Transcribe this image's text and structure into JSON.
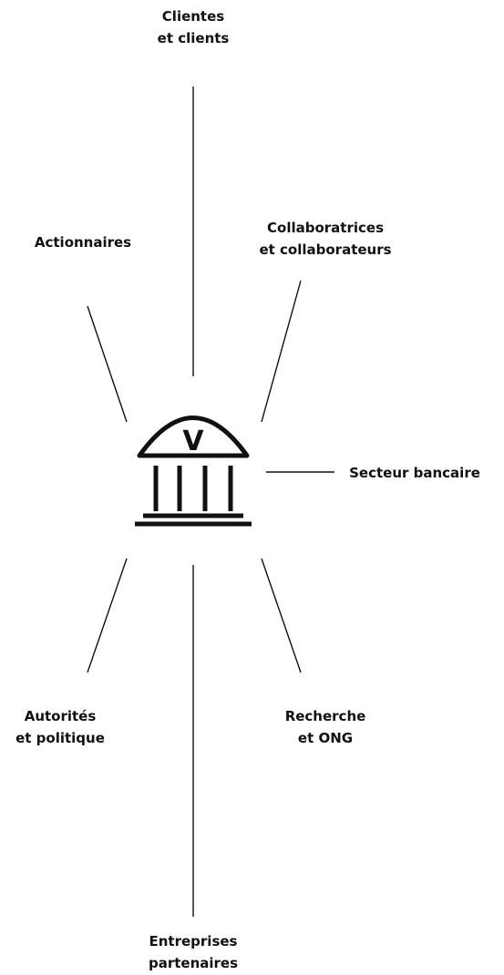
{
  "nodes": {
    "clients": {
      "line1": "Clientes",
      "line2": "et clients"
    },
    "actionnaires": {
      "line1": "Actionnaires"
    },
    "collaborateurs": {
      "line1": "Collaboratrices",
      "line2": "et collaborateurs"
    },
    "secteur": {
      "line1": "Secteur bancaire"
    },
    "autorites": {
      "line1": "Autorités",
      "line2": "et politique"
    },
    "recherche": {
      "line1": "Recherche",
      "line2": "et ONG"
    },
    "entreprises": {
      "line1": "Entreprises",
      "line2": "partenaires"
    }
  },
  "center": {
    "icon": "bank-building-icon",
    "letter": "V"
  },
  "colors": {
    "line": "#111111",
    "text": "#111111",
    "background": "#ffffff"
  }
}
